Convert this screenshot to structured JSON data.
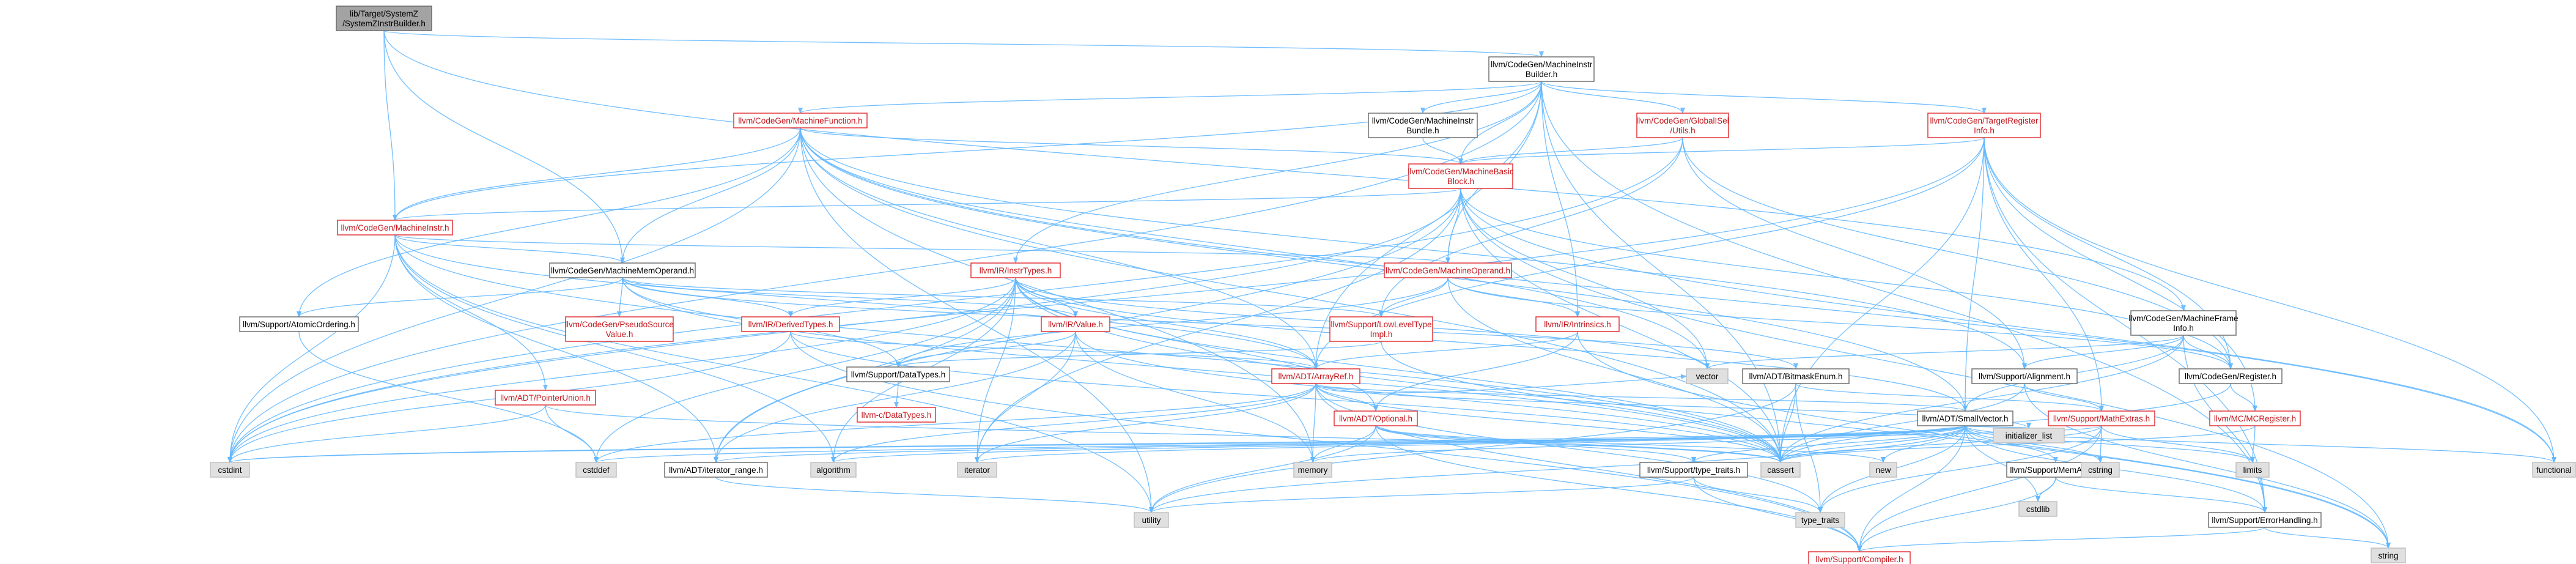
{
  "graph": {
    "colors": {
      "edge": "#63b8ff",
      "red_border": "#e0262b",
      "red_text": "#c4161c",
      "root_fill": "#a3a3a3",
      "system_fill": "#e0e0e0"
    },
    "nodes": [
      {
        "id": "root",
        "lines": [
          "lib/Target/SystemZ",
          "/SystemZInstrBuilder.h"
        ],
        "style": "root"
      },
      {
        "id": "mib",
        "lines": [
          "llvm/CodeGen/MachineInstr",
          "Builder.h"
        ],
        "style": "plain"
      },
      {
        "id": "mfunc",
        "lines": [
          "llvm/CodeGen/MachineFunction.h"
        ],
        "style": "red"
      },
      {
        "id": "mibundle",
        "lines": [
          "llvm/CodeGen/MachineInstr",
          "Bundle.h"
        ],
        "style": "plain"
      },
      {
        "id": "gisel",
        "lines": [
          "llvm/CodeGen/GlobalISel",
          "/Utils.h"
        ],
        "style": "red"
      },
      {
        "id": "tri",
        "lines": [
          "llvm/CodeGen/TargetRegister",
          "Info.h"
        ],
        "style": "red"
      },
      {
        "id": "mbb",
        "lines": [
          "llvm/CodeGen/MachineBasic",
          "Block.h"
        ],
        "style": "red"
      },
      {
        "id": "mi",
        "lines": [
          "llvm/CodeGen/MachineInstr.h"
        ],
        "style": "red"
      },
      {
        "id": "mmo",
        "lines": [
          "llvm/CodeGen/MachineMemOperand.h"
        ],
        "style": "plain"
      },
      {
        "id": "irtypes",
        "lines": [
          "llvm/IR/InstrTypes.h"
        ],
        "style": "red"
      },
      {
        "id": "mop",
        "lines": [
          "llvm/CodeGen/MachineOperand.h"
        ],
        "style": "red"
      },
      {
        "id": "mfi",
        "lines": [
          "llvm/CodeGen/MachineFrame",
          "Info.h"
        ],
        "style": "plain"
      },
      {
        "id": "atomic",
        "lines": [
          "llvm/Support/AtomicOrdering.h"
        ],
        "style": "plain"
      },
      {
        "id": "psv",
        "lines": [
          "llvm/CodeGen/PseudoSource",
          "Value.h"
        ],
        "style": "red"
      },
      {
        "id": "dtypes",
        "lines": [
          "llvm/IR/DerivedTypes.h"
        ],
        "style": "red"
      },
      {
        "id": "value",
        "lines": [
          "llvm/IR/Value.h"
        ],
        "style": "red"
      },
      {
        "id": "llt",
        "lines": [
          "llvm/Support/LowLevelType",
          "Impl.h"
        ],
        "style": "red"
      },
      {
        "id": "intrinsics",
        "lines": [
          "llvm/IR/Intrinsics.h"
        ],
        "style": "red"
      },
      {
        "id": "ptrunion",
        "lines": [
          "llvm/ADT/PointerUnion.h"
        ],
        "style": "red"
      },
      {
        "id": "datatypes",
        "lines": [
          "llvm/Support/DataTypes.h"
        ],
        "style": "plain"
      },
      {
        "id": "cdatatypes",
        "lines": [
          "llvm-c/DataTypes.h"
        ],
        "style": "red"
      },
      {
        "id": "arrayref",
        "lines": [
          "llvm/ADT/ArrayRef.h"
        ],
        "style": "red"
      },
      {
        "id": "bitmask",
        "lines": [
          "llvm/ADT/BitmaskEnum.h"
        ],
        "style": "plain"
      },
      {
        "id": "alignment",
        "lines": [
          "llvm/Support/Alignment.h"
        ],
        "style": "plain"
      },
      {
        "id": "register",
        "lines": [
          "llvm/CodeGen/Register.h"
        ],
        "style": "plain"
      },
      {
        "id": "mcregister",
        "lines": [
          "llvm/MC/MCRegister.h"
        ],
        "style": "red"
      },
      {
        "id": "optional",
        "lines": [
          "llvm/ADT/Optional.h"
        ],
        "style": "red"
      },
      {
        "id": "smallvec",
        "lines": [
          "llvm/ADT/SmallVector.h"
        ],
        "style": "plain"
      },
      {
        "id": "mathextras",
        "lines": [
          "llvm/Support/MathExtras.h"
        ],
        "style": "red"
      },
      {
        "id": "iterrange",
        "lines": [
          "llvm/ADT/iterator_range.h"
        ],
        "style": "plain"
      },
      {
        "id": "typetraits",
        "lines": [
          "llvm/Support/type_traits.h"
        ],
        "style": "plain"
      },
      {
        "id": "memalloc",
        "lines": [
          "llvm/Support/MemAlloc.h"
        ],
        "style": "plain"
      },
      {
        "id": "errhandling",
        "lines": [
          "llvm/Support/ErrorHandling.h"
        ],
        "style": "plain"
      },
      {
        "id": "compiler",
        "lines": [
          "llvm/Support/Compiler.h"
        ],
        "style": "red"
      },
      {
        "id": "vector",
        "lines": [
          "vector"
        ],
        "style": "sys"
      },
      {
        "id": "cstdint",
        "lines": [
          "cstdint"
        ],
        "style": "sys"
      },
      {
        "id": "cstddef",
        "lines": [
          "cstddef"
        ],
        "style": "sys"
      },
      {
        "id": "algorithm",
        "lines": [
          "algorithm"
        ],
        "style": "sys"
      },
      {
        "id": "iterator",
        "lines": [
          "iterator"
        ],
        "style": "sys"
      },
      {
        "id": "memory",
        "lines": [
          "memory"
        ],
        "style": "sys"
      },
      {
        "id": "cassert",
        "lines": [
          "cassert"
        ],
        "style": "sys"
      },
      {
        "id": "new",
        "lines": [
          "new"
        ],
        "style": "sys"
      },
      {
        "id": "initlist",
        "lines": [
          "initializer_list"
        ],
        "style": "sys"
      },
      {
        "id": "cstring",
        "lines": [
          "cstring"
        ],
        "style": "sys"
      },
      {
        "id": "limits",
        "lines": [
          "limits"
        ],
        "style": "sys"
      },
      {
        "id": "functional",
        "lines": [
          "functional"
        ],
        "style": "sys"
      },
      {
        "id": "utility",
        "lines": [
          "utility"
        ],
        "style": "sys"
      },
      {
        "id": "typetraitsstd",
        "lines": [
          "type_traits"
        ],
        "style": "sys"
      },
      {
        "id": "cstdlib",
        "lines": [
          "cstdlib"
        ],
        "style": "sys"
      },
      {
        "id": "string",
        "lines": [
          "string"
        ],
        "style": "sys"
      }
    ],
    "edges": [
      [
        "root",
        "mib"
      ],
      [
        "root",
        "mi"
      ],
      [
        "root",
        "mmo"
      ],
      [
        "root",
        "mfi"
      ],
      [
        "mib",
        "mfunc"
      ],
      [
        "mib",
        "mibundle"
      ],
      [
        "mib",
        "gisel"
      ],
      [
        "mib",
        "tri"
      ],
      [
        "mib",
        "mbb"
      ],
      [
        "mib",
        "mi"
      ],
      [
        "mib",
        "mop"
      ],
      [
        "mib",
        "irtypes"
      ],
      [
        "mib",
        "intrinsics"
      ],
      [
        "mib",
        "arrayref"
      ],
      [
        "mib",
        "cstdint"
      ],
      [
        "mib",
        "errhandling"
      ],
      [
        "mib",
        "cassert"
      ],
      [
        "mfunc",
        "mbb"
      ],
      [
        "mfunc",
        "mi"
      ],
      [
        "mfunc",
        "mmo"
      ],
      [
        "mfunc",
        "arrayref"
      ],
      [
        "mfunc",
        "smallvec"
      ],
      [
        "mfunc",
        "atomic"
      ],
      [
        "mfunc",
        "memory"
      ],
      [
        "mfunc",
        "vector"
      ],
      [
        "mfunc",
        "cstdint"
      ],
      [
        "mfunc",
        "utility"
      ],
      [
        "mfunc",
        "functional"
      ],
      [
        "mfunc",
        "cassert"
      ],
      [
        "mfunc",
        "alignment"
      ],
      [
        "mibundle",
        "mbb"
      ],
      [
        "gisel",
        "mbb"
      ],
      [
        "gisel",
        "register"
      ],
      [
        "gisel",
        "alignment"
      ],
      [
        "gisel",
        "llt"
      ],
      [
        "gisel",
        "cstdint"
      ],
      [
        "tri",
        "mbb"
      ],
      [
        "tri",
        "arrayref"
      ],
      [
        "tri",
        "smallvec"
      ],
      [
        "tri",
        "mathextras"
      ],
      [
        "tri",
        "register"
      ],
      [
        "tri",
        "functional"
      ],
      [
        "tri",
        "cassert"
      ],
      [
        "tri",
        "cstdint"
      ],
      [
        "tri",
        "errhandling"
      ],
      [
        "tri",
        "mcregister"
      ],
      [
        "mbb",
        "mi"
      ],
      [
        "mbb",
        "mop"
      ],
      [
        "mbb",
        "register"
      ],
      [
        "mbb",
        "iterrange"
      ],
      [
        "mbb",
        "cstdint"
      ],
      [
        "mbb",
        "string"
      ],
      [
        "mbb",
        "vector"
      ],
      [
        "mbb",
        "iterator"
      ],
      [
        "mbb",
        "cassert"
      ],
      [
        "mbb",
        "functional"
      ],
      [
        "mi",
        "mmo"
      ],
      [
        "mi",
        "mop"
      ],
      [
        "mi",
        "arrayref"
      ],
      [
        "mi",
        "ptrunion"
      ],
      [
        "mi",
        "iterrange"
      ],
      [
        "mi",
        "cstdint"
      ],
      [
        "mi",
        "utility"
      ],
      [
        "mi",
        "algorithm"
      ],
      [
        "mi",
        "cassert"
      ],
      [
        "mmo",
        "atomic"
      ],
      [
        "mmo",
        "psv"
      ],
      [
        "mmo",
        "dtypes"
      ],
      [
        "mmo",
        "value"
      ],
      [
        "mmo",
        "llt"
      ],
      [
        "mmo",
        "bitmask"
      ],
      [
        "mmo",
        "datatypes"
      ],
      [
        "mmo",
        "cassert"
      ],
      [
        "irtypes",
        "arrayref"
      ],
      [
        "irtypes",
        "value"
      ],
      [
        "irtypes",
        "dtypes"
      ],
      [
        "irtypes",
        "optional"
      ],
      [
        "irtypes",
        "iterrange"
      ],
      [
        "irtypes",
        "algorithm"
      ],
      [
        "irtypes",
        "cassert"
      ],
      [
        "irtypes",
        "cstddef"
      ],
      [
        "irtypes",
        "cstdint"
      ],
      [
        "irtypes",
        "iterator"
      ],
      [
        "irtypes",
        "string"
      ],
      [
        "irtypes",
        "vector"
      ],
      [
        "irtypes",
        "smallvec"
      ],
      [
        "mop",
        "register"
      ],
      [
        "mop",
        "llt"
      ],
      [
        "mop",
        "intrinsics"
      ],
      [
        "mop",
        "datatypes"
      ],
      [
        "mop",
        "cassert"
      ],
      [
        "mfi",
        "register"
      ],
      [
        "mfi",
        "alignment"
      ],
      [
        "mfi",
        "smallvec"
      ],
      [
        "mfi",
        "vector"
      ],
      [
        "mfi",
        "cassert"
      ],
      [
        "mfi",
        "errhandling"
      ],
      [
        "atomic",
        "cstddef"
      ],
      [
        "dtypes",
        "arrayref"
      ],
      [
        "dtypes",
        "cstdint"
      ],
      [
        "dtypes",
        "cassert"
      ],
      [
        "dtypes",
        "compiler"
      ],
      [
        "value",
        "datatypes"
      ],
      [
        "value",
        "memory"
      ],
      [
        "value",
        "iterrange"
      ],
      [
        "value",
        "cassert"
      ],
      [
        "value",
        "iterator"
      ],
      [
        "llt",
        "cassert"
      ],
      [
        "llt",
        "datatypes"
      ],
      [
        "intrinsics",
        "arrayref"
      ],
      [
        "intrinsics",
        "optional"
      ],
      [
        "intrinsics",
        "string"
      ],
      [
        "ptrunion",
        "cstddef"
      ],
      [
        "ptrunion",
        "cassert"
      ],
      [
        "ptrunion",
        "cstdint"
      ],
      [
        "datatypes",
        "cdatatypes"
      ],
      [
        "arrayref",
        "optional"
      ],
      [
        "arrayref",
        "smallvec"
      ],
      [
        "arrayref",
        "compiler"
      ],
      [
        "arrayref",
        "algorithm"
      ],
      [
        "arrayref",
        "array"
      ],
      [
        "arrayref",
        "cassert"
      ],
      [
        "arrayref",
        "cstddef"
      ],
      [
        "arrayref",
        "initlist"
      ],
      [
        "arrayref",
        "iterator"
      ],
      [
        "arrayref",
        "memory"
      ],
      [
        "arrayref",
        "typetraitsstd"
      ],
      [
        "arrayref",
        "vector"
      ],
      [
        "bitmask",
        "mathextras"
      ],
      [
        "bitmask",
        "cassert"
      ],
      [
        "bitmask",
        "typetraitsstd"
      ],
      [
        "bitmask",
        "utility"
      ],
      [
        "alignment",
        "mathextras"
      ],
      [
        "alignment",
        "cassert"
      ],
      [
        "alignment",
        "string"
      ],
      [
        "register",
        "mcregister"
      ],
      [
        "register",
        "cassert"
      ],
      [
        "mcregister",
        "limits"
      ],
      [
        "mcregister",
        "cassert"
      ],
      [
        "optional",
        "compiler"
      ],
      [
        "optional",
        "typetraits"
      ],
      [
        "optional",
        "cassert"
      ],
      [
        "optional",
        "new"
      ],
      [
        "optional",
        "utility"
      ],
      [
        "optional",
        "memory"
      ],
      [
        "smallvec",
        "compiler"
      ],
      [
        "smallvec",
        "memalloc"
      ],
      [
        "smallvec",
        "typetraits"
      ],
      [
        "smallvec",
        "errhandling"
      ],
      [
        "smallvec",
        "iterrange"
      ],
      [
        "smallvec",
        "algorithm"
      ],
      [
        "smallvec",
        "cassert"
      ],
      [
        "smallvec",
        "cstddef"
      ],
      [
        "smallvec",
        "cstdint"
      ],
      [
        "smallvec",
        "cstring"
      ],
      [
        "smallvec",
        "functional"
      ],
      [
        "smallvec",
        "initlist"
      ],
      [
        "smallvec",
        "iterator"
      ],
      [
        "smallvec",
        "limits"
      ],
      [
        "smallvec",
        "memory"
      ],
      [
        "smallvec",
        "new"
      ],
      [
        "smallvec",
        "typetraitsstd"
      ],
      [
        "smallvec",
        "utility"
      ],
      [
        "smallvec",
        "cstdlib"
      ],
      [
        "mathextras",
        "compiler"
      ],
      [
        "mathextras",
        "cassert"
      ],
      [
        "mathextras",
        "climits"
      ],
      [
        "mathextras",
        "cstring"
      ],
      [
        "mathextras",
        "limits"
      ],
      [
        "mathextras",
        "typetraitsstd"
      ],
      [
        "mathextras",
        "cstdint"
      ],
      [
        "iterrange",
        "utility"
      ],
      [
        "typetraits",
        "compiler"
      ],
      [
        "typetraits",
        "typetraitsstd"
      ],
      [
        "typetraits",
        "utility"
      ],
      [
        "memalloc",
        "compiler"
      ],
      [
        "memalloc",
        "errhandling"
      ],
      [
        "memalloc",
        "cstdlib"
      ],
      [
        "errhandling",
        "compiler"
      ],
      [
        "errhandling",
        "string"
      ]
    ]
  }
}
